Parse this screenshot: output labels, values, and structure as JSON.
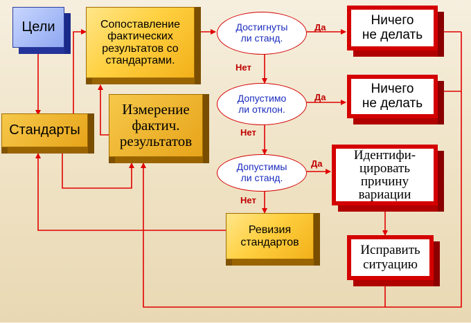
{
  "nodes": {
    "goals": "Цели",
    "compare": "Сопоставление\nфактических\nрезультатов со\nстандартами.",
    "standards": "Стандарты",
    "measure": "Измерение\nфактич.\nрезультатов",
    "revision": "Ревизия\nстандартов",
    "nothing1": "Ничего\nне делать",
    "nothing2": "Ничего\nне делать",
    "identify": "Идентифи-\nцировать\nпричину\nвариации",
    "fix": "Исправить\nситуацию"
  },
  "decisions": {
    "reached": "Достигнуты\nли станд.",
    "deviation": "Допустимо\nли отклон.",
    "acceptable": "Допустимы\nли станд."
  },
  "labels": {
    "yes1": "Да",
    "yes2": "Да",
    "yes3": "Да",
    "no1": "Нет",
    "no2": "Нет",
    "no3": "Нет"
  },
  "caption": "",
  "colors": {
    "arrow": "#e00000",
    "gold": "#ffd040",
    "red_frame": "#d40000",
    "blue": "#8ea8f0",
    "decision_text": "#1a2bbf"
  }
}
